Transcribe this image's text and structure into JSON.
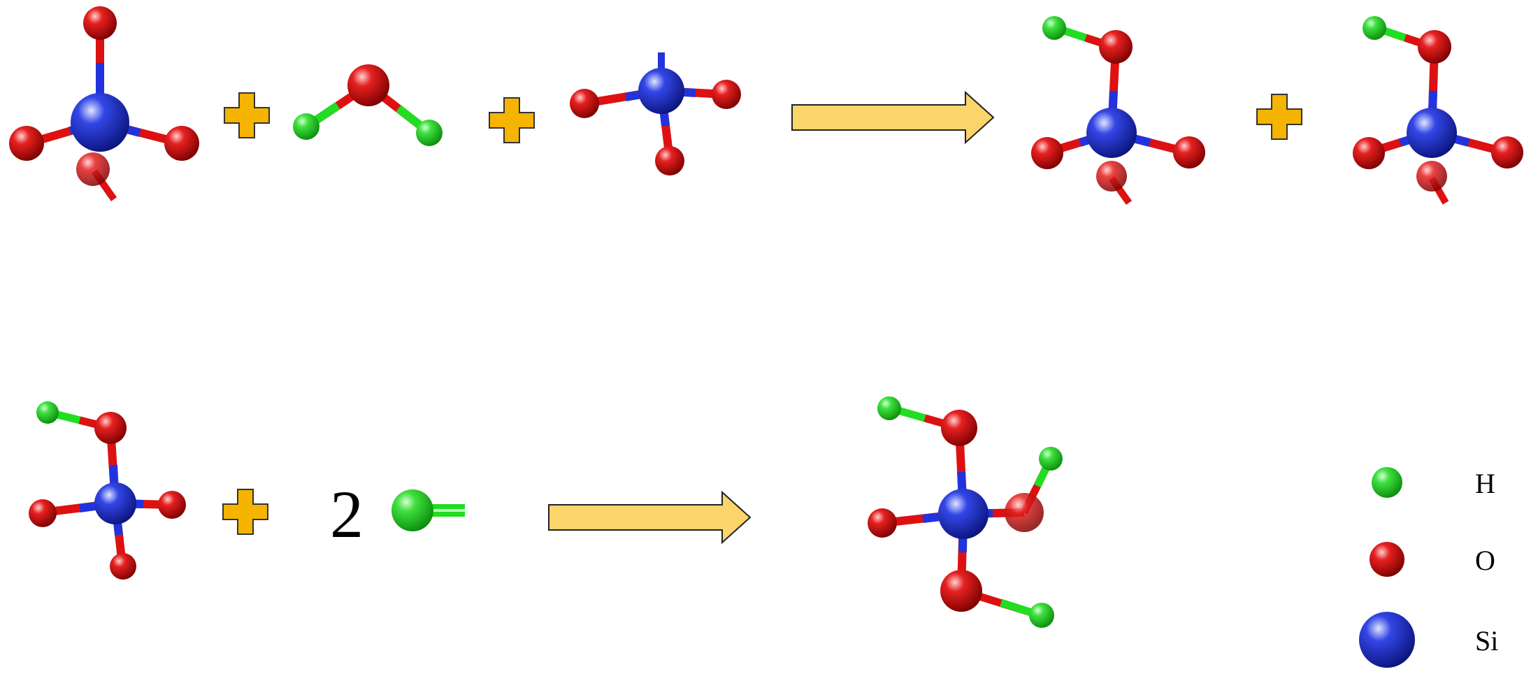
{
  "colors": {
    "H": "#22dd22",
    "O": "#dd1111",
    "Si": "#2233dd",
    "plus_fill": "#f5b400",
    "arrow_fill": "#fbd46a"
  },
  "reaction2": {
    "coefficient": "2"
  },
  "legend": {
    "items": [
      {
        "element": "H",
        "label": "H"
      },
      {
        "element": "O",
        "label": "O"
      },
      {
        "element": "Si",
        "label": "Si"
      }
    ]
  }
}
